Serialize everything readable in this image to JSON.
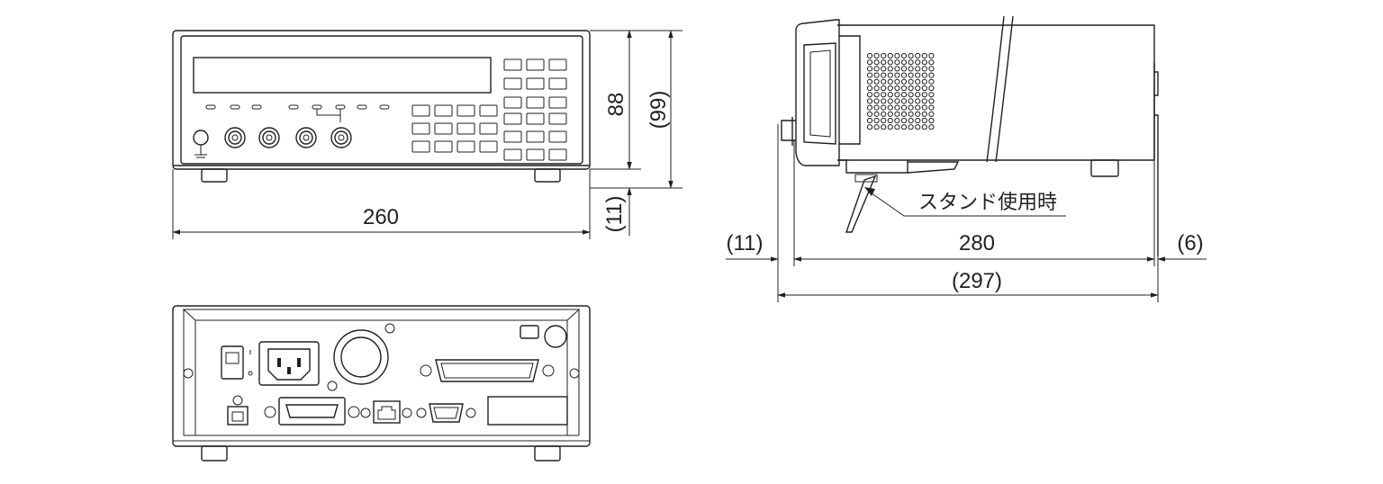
{
  "dimensions": {
    "front_width": "260",
    "front_height": "88",
    "front_height_with_feet": "(99)",
    "foot_height": "(11)",
    "side_depth": "280",
    "side_total_depth": "(297)",
    "side_front_protrusion": "(11)",
    "side_rear_protrusion": "(6)"
  },
  "annotations": {
    "stand_label": "スタンド使用時"
  }
}
